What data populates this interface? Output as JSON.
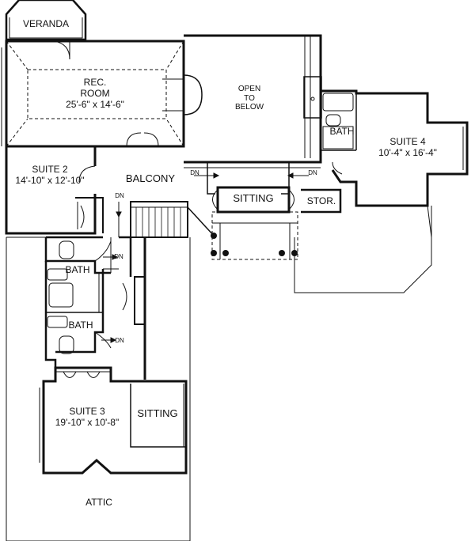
{
  "plan": {
    "rooms": {
      "veranda": {
        "name": "VERANDA"
      },
      "rec_room": {
        "name_line1": "REC.",
        "name_line2": "ROOM",
        "dims": "25'-6\" x 14'-6\""
      },
      "open_to_below": {
        "line1": "OPEN",
        "line2": "TO",
        "line3": "BELOW"
      },
      "bath_suite4": {
        "name": "BATH"
      },
      "suite4": {
        "name": "SUITE 4",
        "dims": "10'-4\" x 16'-4\""
      },
      "suite2": {
        "name": "SUITE 2",
        "dims": "14'-10\" x 12'-10\""
      },
      "balcony": {
        "name": "BALCONY"
      },
      "sitting_upper": {
        "name": "SITTING"
      },
      "storage": {
        "name": "STOR."
      },
      "bath_upper": {
        "name": "BATH"
      },
      "bath_lower": {
        "name": "BATH"
      },
      "suite3": {
        "name": "SUITE 3",
        "dims": "19'-10\" x 10'-8\""
      },
      "sitting_lower": {
        "name": "SITTING"
      },
      "attic": {
        "name": "ATTIC"
      }
    },
    "stair_notes": {
      "dn_balcony_left": "DN",
      "dn_balcony_right": "DN",
      "dn_suite2": "DN",
      "dn_hall_upper": "DN",
      "dn_hall_lower": "DN"
    }
  }
}
